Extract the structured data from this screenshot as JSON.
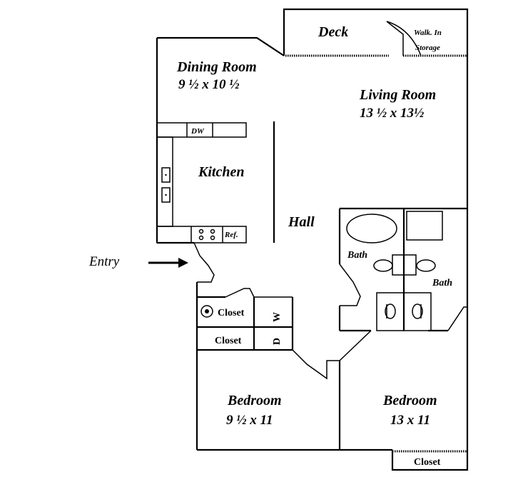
{
  "rooms": {
    "deck": "Deck",
    "walk_in_storage_line1": "Walk. In",
    "walk_in_storage_line2": "Storage",
    "dining_room": "Dining Room",
    "dining_room_size": "9 ½ x 10 ½",
    "living_room": "Living Room",
    "living_room_size": "13 ½ x 13½",
    "kitchen": "Kitchen",
    "hall": "Hall",
    "bath_1": "Bath",
    "bath_2": "Bath",
    "bedroom_1": "Bedroom",
    "bedroom_1_size": "9 ½ x 11",
    "bedroom_2": "Bedroom",
    "bedroom_2_size": "13 x 11",
    "closet_1": "Closet",
    "closet_2": "Closet",
    "closet_3": "Closet",
    "entry": "Entry"
  },
  "fixtures": {
    "dishwasher": "DW",
    "refrigerator": "Ref.",
    "washer": "W",
    "dryer": "D"
  }
}
